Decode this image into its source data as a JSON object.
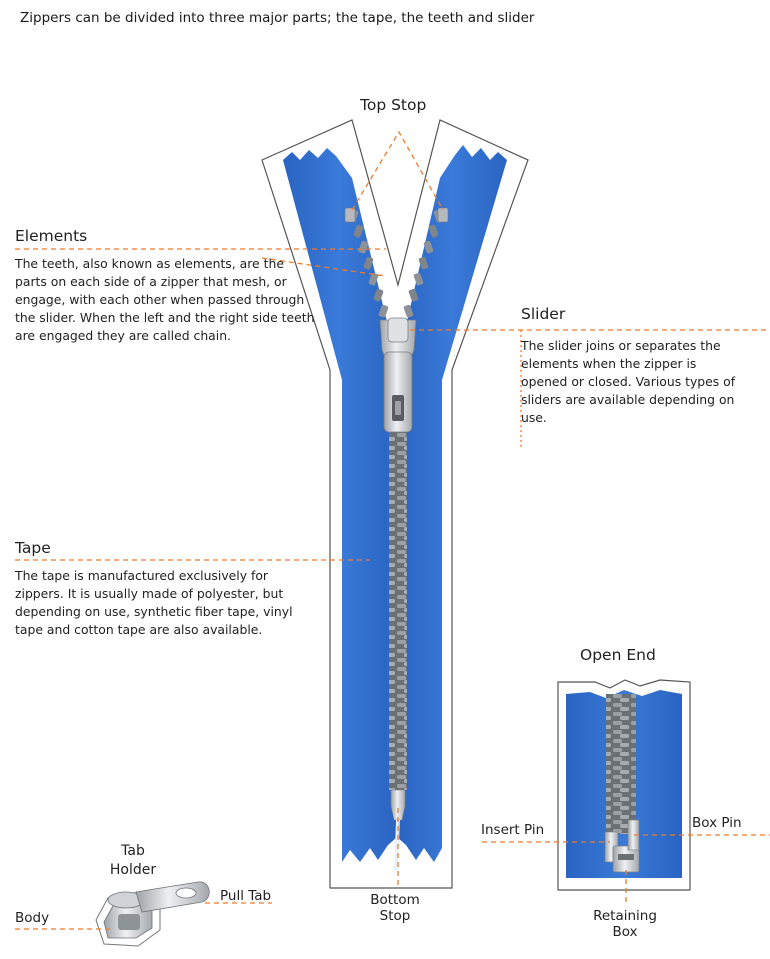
{
  "headline": "Zippers can be divided into three major parts; the tape, the teeth and slider",
  "callouts": {
    "top_stop": "Top Stop",
    "elements": {
      "title": "Elements",
      "description": "The teeth, also known as elements, are the parts on each side of a zipper that mesh, or engage, with each other when passed through the slider. When the left and the right side teeth are engaged they are called chain."
    },
    "slider": {
      "title": "Slider",
      "description": "The slider joins or separates the elements when the zipper is opened or closed. Various types of sliders are available depending on use."
    },
    "tape": {
      "title": "Tape",
      "description": "The tape is manufactured exclusively for zippers. It is usually made of polyester, but depending on use, synthetic fiber tape, vinyl tape and cotton tape are also available."
    },
    "bottom_stop": {
      "line1": "Bottom",
      "line2": "Stop"
    },
    "open_end": "Open End",
    "insert_pin": "Insert Pin",
    "box_pin": "Box Pin",
    "retaining_box": {
      "line1": "Retaining",
      "line2": "Box"
    },
    "tab_holder": {
      "line1": "Tab",
      "line2": "Holder"
    },
    "pull_tab": "Pull Tab",
    "body": "Body"
  },
  "colors": {
    "tape_blue": "#2f6fd0",
    "tape_blue_dark": "#1f58b5",
    "teeth_gray": "#8d9298",
    "teeth_dark": "#5f646a",
    "slider_silver": "#c9ccd0",
    "leader_orange": "#f07b2a",
    "outline": "#555555"
  }
}
